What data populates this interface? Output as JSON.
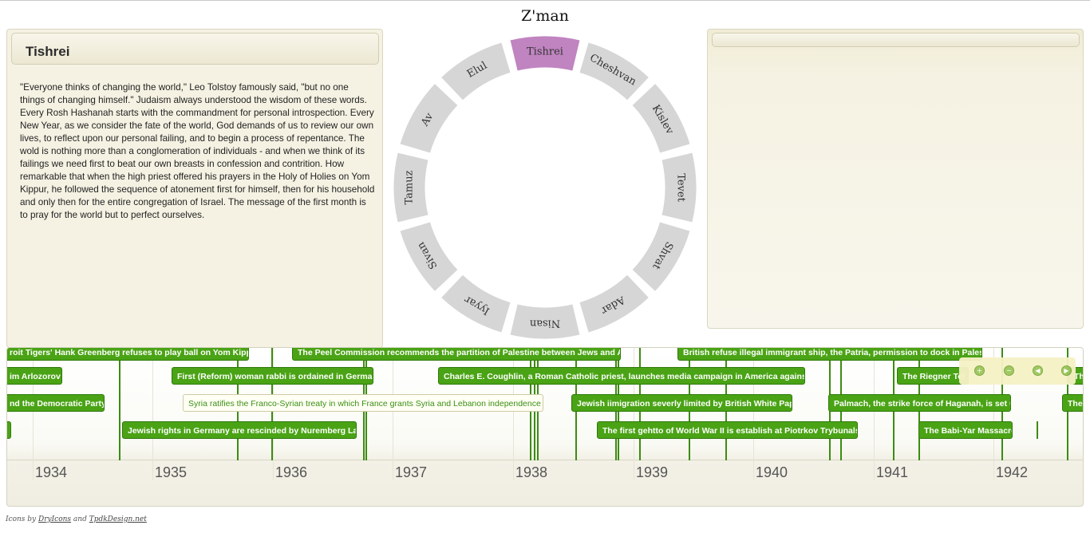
{
  "app": {
    "title": "Z'man"
  },
  "selected_month": {
    "name": "Tishrei",
    "text": "\"Everyone thinks of changing the world,\" Leo Tolstoy famously said, \"but no one things of changing himself.\" Judaism always understood the wisdom of these words. Every Rosh Hashanah starts with the commandment for personal introspection. Every New Year, as we consider the fate of the world, God demands of us to review our own lives, to reflect upon our personal failing, and to begin a process of repentance. The wold is nothing more than a conglomeration of individuals - and when we think of its failings we need first to beat our own breasts in confession and contrition. How remarkable that when the high priest offered his prayers in the Holy of Holies on Yom Kippur, he followed the sequence of atonement first for himself, then for his household and only then for the entire congregation of Israel. The message of the first month is to pray for the world but to perfect ourselves."
  },
  "wheel": {
    "months": [
      "Tishrei",
      "Cheshvan",
      "Kislev",
      "Tevet",
      "Shvat",
      "Adar",
      "Nisan",
      "Iyyar",
      "Sivan",
      "Tamuz",
      "Av",
      "Elul"
    ],
    "active": "Tishrei",
    "active_color": "#c084c0",
    "inactive_color": "#d6d6d6"
  },
  "timeline": {
    "years": [
      "1934",
      "1935",
      "1936",
      "1937",
      "1938",
      "1939",
      "1940",
      "1941",
      "1942"
    ],
    "events": [
      "roit Tigers' Hank Greenberg refuses to play ball on Yom Kippur",
      "The Peel Commission recommends the partition of Palestine between Jews and Arabs",
      "British refuse illegal immigrant ship, the Patria, permission to dock in Palestine",
      "im Arlozorov",
      "First (Reform) woman rabbi is ordained in Germany",
      "Charles E. Coughlin, a Roman Catholic priest, launches media campaign in America against Jews",
      "The Riegner Tel",
      "The",
      "nd the Democratic Party",
      "Syria ratifies the Franco-Syrian treaty in which France grants Syria and Lebanon independence",
      "Jewish iimigration severly limited by British White Paper",
      "Palmach, the strike force of Haganah, is set up",
      "The",
      "",
      "Jewish rights in Germany are rescinded by Nuremberg Laws",
      "The first gehtto of World War II is establish at Piotrkov Trybunalski",
      "The Babi-Yar Massacre"
    ],
    "accent": "#4aa315",
    "nav_icons": [
      "zoom-in-icon",
      "zoom-out-icon",
      "arrow-left-icon",
      "arrow-right-icon"
    ]
  },
  "credits": {
    "prefix": "Icons by ",
    "link1": "DryIcons",
    "middle": " and ",
    "link2": "TpdkDesign.net"
  }
}
